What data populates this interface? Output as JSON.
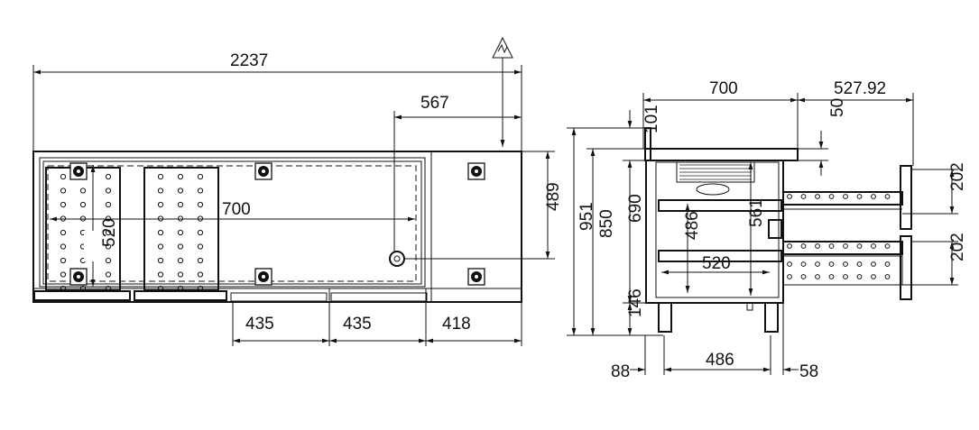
{
  "title": "Refrigerated counter technical drawing",
  "top_view": {
    "overall_width": "2237",
    "drain_offset": "567",
    "inner_width": "700",
    "drawer_depth": "520",
    "depth": "489",
    "door_1_width": "435",
    "door_2_width": "435",
    "compartment_width": "418"
  },
  "side_view": {
    "depth": "700",
    "drawer_extension": "527.92",
    "top_thickness": "101",
    "top_overhang": "50",
    "total_height": "951",
    "working_height": "850",
    "body_height": "690",
    "leg_height": "146",
    "inner_height": "486",
    "inner_depth_vertical": "561",
    "inner_depth": "520",
    "drawer_1_height": "202",
    "drawer_2_height": "202",
    "left_offset": "88",
    "leg_spacing": "486",
    "right_offset": "58"
  }
}
